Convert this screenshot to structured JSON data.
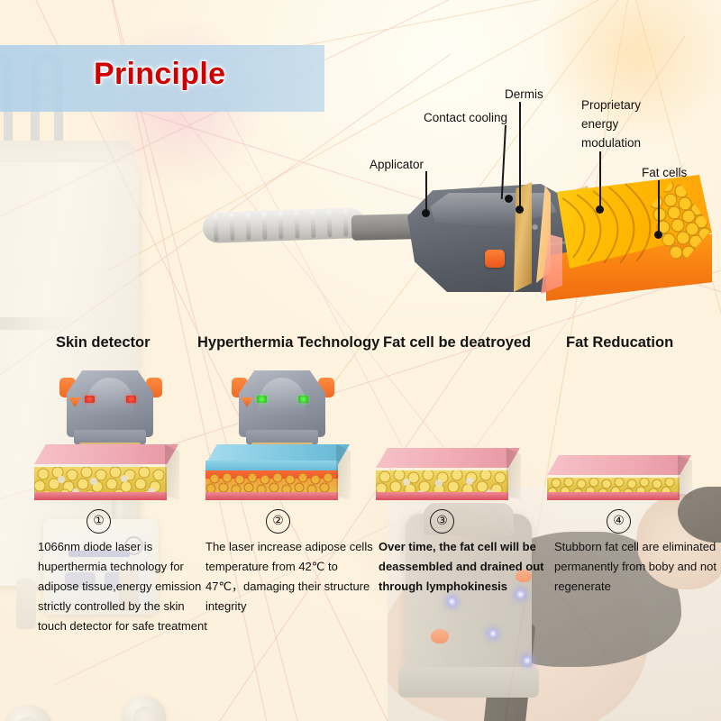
{
  "banner": {
    "title": "Principle"
  },
  "hero": {
    "callouts": [
      {
        "name": "applicator",
        "label": "Applicator"
      },
      {
        "name": "contact-cooling",
        "label": "Contact cooling"
      },
      {
        "name": "dermis",
        "label": "Dermis"
      },
      {
        "name": "proprietary-energy-modulation",
        "label_line1": "Proprietary",
        "label_line2": "energy",
        "label_line3": "modulation"
      },
      {
        "name": "fat-cells",
        "label": "Fat cells"
      }
    ]
  },
  "steps": [
    {
      "number": "①",
      "heading": "Skin detector",
      "text": "1066nm diode laser is huperthermia technology for adipose tissue,energy emission strictly controlled by the skin touch detector for safe treatment"
    },
    {
      "number": "②",
      "heading": "Hyperthermia Technology",
      "text": "The laser increase adipose cells temperature from 42℃ to 47℃，damaging their structure integrity"
    },
    {
      "number": "③",
      "heading": "Fat cell be deatroyed",
      "text": "Over time, the fat cell will be deassembled and drained out through lymphokinesis"
    },
    {
      "number": "④",
      "heading": "Fat Reducation",
      "text": "Stubborn fat cell are eliminated permanently from boby and not regenerate"
    }
  ],
  "colors": {
    "banner_bg": "#b0d0e8",
    "title_red": "#d00000",
    "background": "#fdf5e6",
    "fat_yellow": "#ffc107",
    "heat_orange": "#f97f12",
    "cooling_blue": "#68bcd9",
    "skin_pink": "#e795a2",
    "device_gray": "#585c64",
    "button_orange": "#ef6a22"
  }
}
